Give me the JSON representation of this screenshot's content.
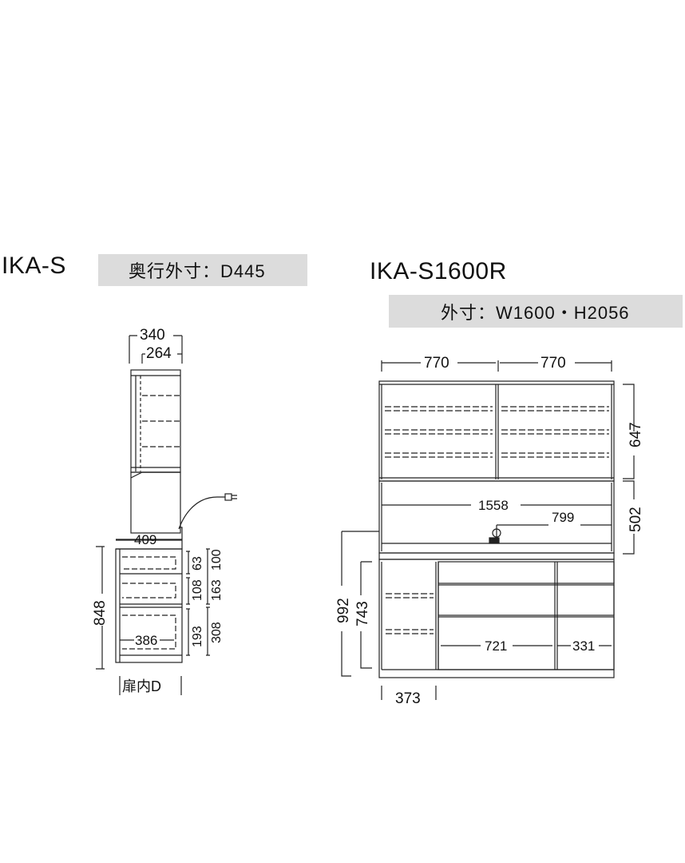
{
  "side_view": {
    "title": "IKA-S",
    "depth_label": "奥行外寸：D445",
    "dims": {
      "top_depth": "340",
      "top_inner": "264",
      "counter": "409",
      "lower_height": "848",
      "drawer_inner": "386",
      "d63": "63",
      "d100": "100",
      "d108": "108",
      "d163": "163",
      "d193": "193",
      "d308": "308"
    },
    "door_label": "扉内D"
  },
  "front_view": {
    "title": "IKA-S1600R",
    "size_label": "外寸：W1600・H2056",
    "dims": {
      "left_width": "770",
      "right_width": "770",
      "upper_height": "647",
      "mid_height": "502",
      "mid_width": "1558",
      "outlet_pos": "799",
      "total_lower": "992",
      "lower_height": "743",
      "drawer_mid": "721",
      "drawer_right": "331",
      "left_col": "373"
    }
  }
}
